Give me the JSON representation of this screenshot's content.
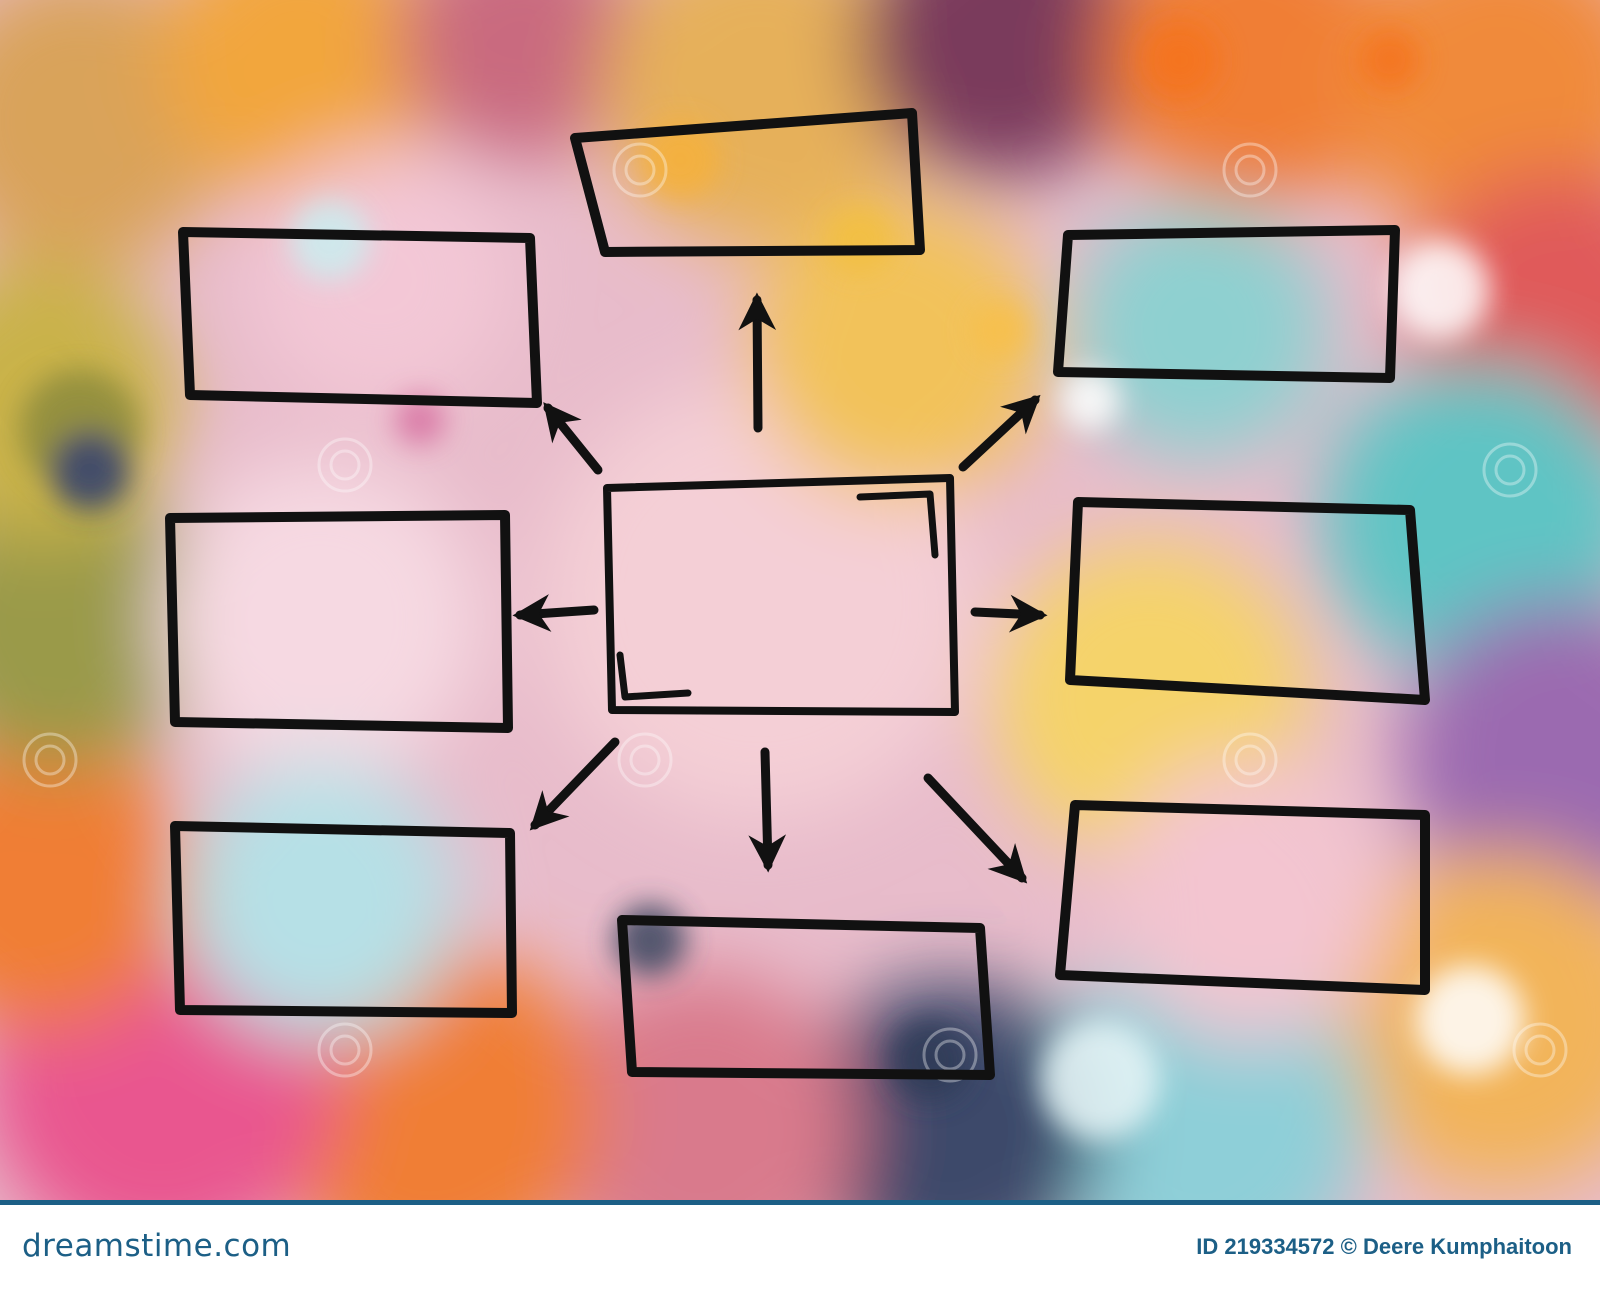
{
  "diagram": {
    "type": "hub-and-spoke",
    "center_box": {
      "label": ""
    },
    "outer_boxes": [
      {
        "id": "top",
        "label": ""
      },
      {
        "id": "top-left",
        "label": ""
      },
      {
        "id": "top-right",
        "label": ""
      },
      {
        "id": "middle-left",
        "label": ""
      },
      {
        "id": "middle-right",
        "label": ""
      },
      {
        "id": "bottom-left",
        "label": ""
      },
      {
        "id": "bottom",
        "label": ""
      },
      {
        "id": "bottom-right",
        "label": ""
      }
    ],
    "arrow_count": 8,
    "ink_color": "#111111"
  },
  "watermark": {
    "text": "dreamstime"
  },
  "footer": {
    "brand": "dreamstime.com",
    "image_id": "ID 219334572",
    "copyright_symbol": "©",
    "author": "Deere Kumphaitoon",
    "accent_color": "#1c5f86"
  }
}
